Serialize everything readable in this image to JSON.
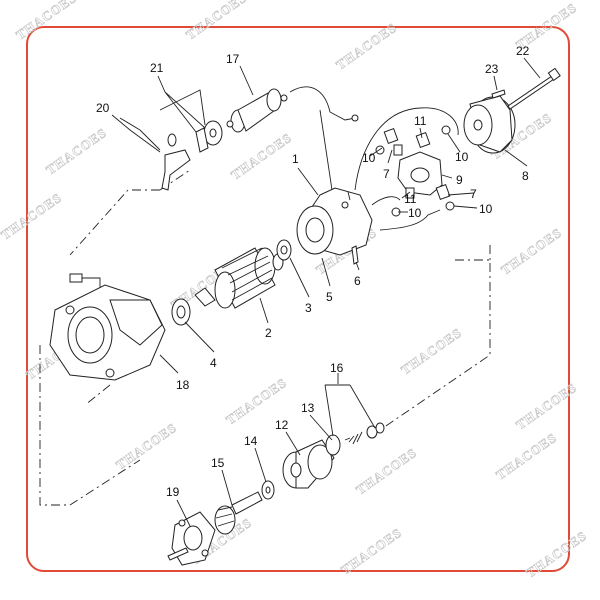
{
  "watermark": "THACOES",
  "accent_color": "#e24a35",
  "parts": [
    "1",
    "2",
    "3",
    "4",
    "5",
    "6",
    "7",
    "7",
    "8",
    "9",
    "10",
    "10",
    "10",
    "10",
    "11",
    "11",
    "12",
    "13",
    "14",
    "15",
    "16",
    "17",
    "18",
    "19",
    "20",
    "21",
    "22",
    "23"
  ]
}
